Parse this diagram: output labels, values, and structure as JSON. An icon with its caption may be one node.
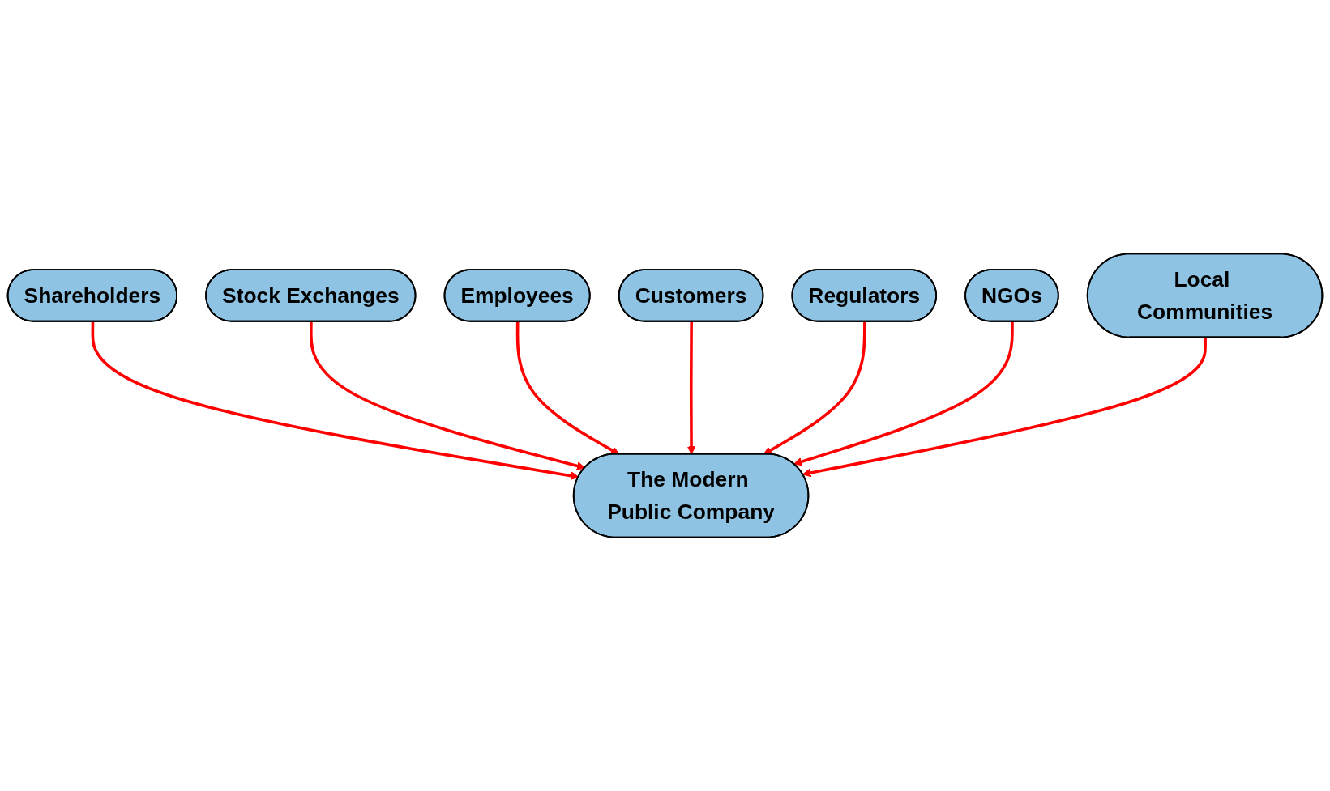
{
  "diagram": {
    "nodes": [
      {
        "text": [
          "Shareholders"
        ]
      },
      {
        "text": [
          "Stock Exchanges"
        ]
      },
      {
        "text": [
          "Employees"
        ]
      },
      {
        "text": [
          "The Modern Public Company"
        ]
      },
      {
        "text": [
          "Customers"
        ]
      },
      {
        "text": [
          "Regulators"
        ]
      },
      {
        "text": [
          "NGOs"
        ]
      },
      {
        "text": [
          "Local Communities"
        ]
      }
    ],
    "edges": [
      {
        "from": 0,
        "to": 3,
        "arrow": "to"
      },
      {
        "from": 1,
        "to": 3,
        "arrow": "to"
      },
      {
        "from": 2,
        "to": 3,
        "arrow": "to"
      },
      {
        "from": 4,
        "to": 3,
        "arrow": "to"
      },
      {
        "from": 5,
        "to": 3,
        "arrow": "to"
      },
      {
        "from": 6,
        "to": 3,
        "arrow": "to"
      },
      {
        "from": 7,
        "to": 3,
        "arrow": "to"
      }
    ]
  }
}
